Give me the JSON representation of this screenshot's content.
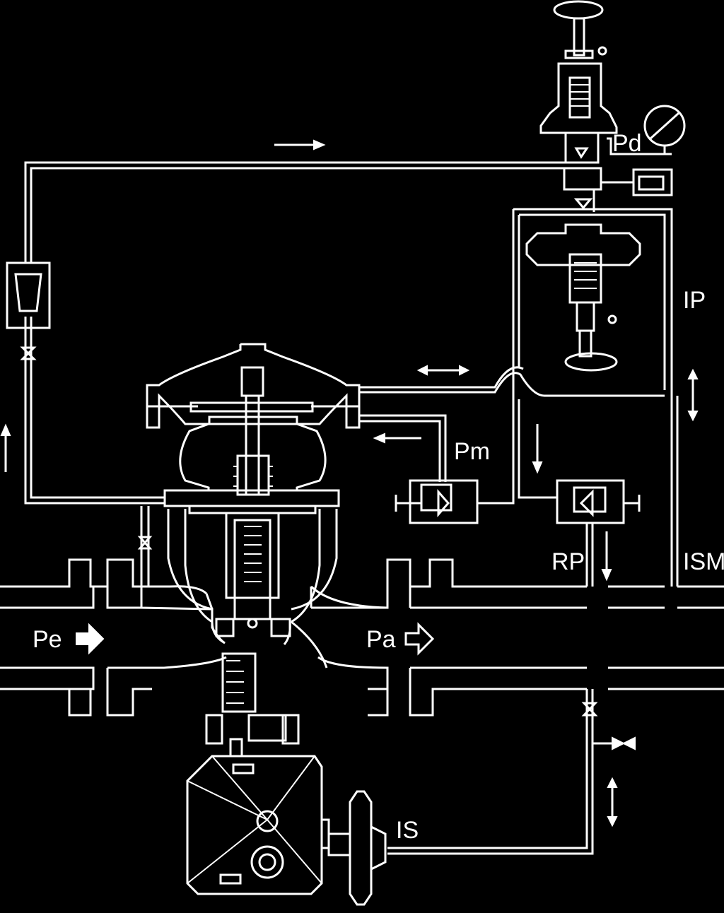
{
  "labels": {
    "pd": "Pd",
    "ip": "IP",
    "pm": "Pm",
    "rp": "RP",
    "ism": "ISM",
    "pe": "Pe",
    "pa": "Pa",
    "is": "IS"
  },
  "colors": {
    "background": "#000000",
    "line": "#ffffff"
  },
  "icons": [
    "handwheel-icon",
    "pressure-gauge-icon",
    "flow-arrow-icon",
    "double-arrow-icon",
    "needle-valve-icon",
    "filter-icon",
    "block-arrow-icon"
  ]
}
